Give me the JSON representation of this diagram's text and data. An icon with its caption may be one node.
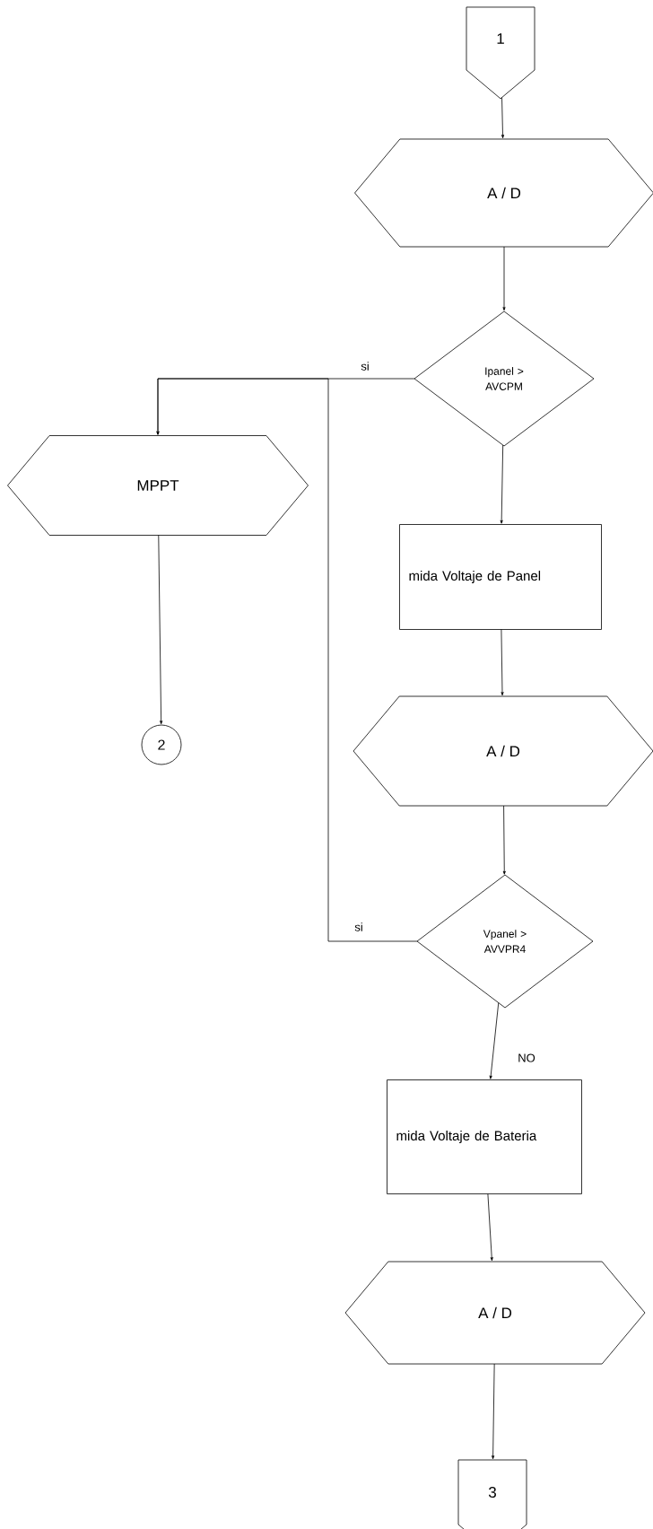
{
  "diagram": {
    "nodes": [
      {
        "text": [
          "1"
        ]
      },
      {
        "text": [
          "A / D"
        ]
      },
      {
        "text": [
          "Ipanel > AVCPM"
        ]
      },
      {
        "text": [
          "MPPT"
        ]
      },
      {
        "text": [
          "2"
        ]
      },
      {
        "text": [
          "mida Voltaje de Panel"
        ]
      },
      {
        "text": [
          "A / D"
        ]
      },
      {
        "text": [
          "Vpanel > AVVPR4"
        ]
      },
      {
        "text": [
          "mida Voltaje de Bateria"
        ]
      },
      {
        "text": [
          "A / D"
        ]
      },
      {
        "text": [
          "3"
        ]
      }
    ],
    "edges": [
      {
        "from": 0,
        "to": 1,
        "arrow": "to"
      },
      {
        "from": 1,
        "to": 2,
        "arrow": "to"
      },
      {
        "from": 2,
        "to": 3,
        "arrow": "to",
        "label": "si"
      },
      {
        "from": 3,
        "to": 4,
        "arrow": "to"
      },
      {
        "from": 2,
        "to": 5,
        "arrow": "to"
      },
      {
        "from": 5,
        "to": 6,
        "arrow": "to"
      },
      {
        "from": 6,
        "to": 7,
        "arrow": "to"
      },
      {
        "from": 7,
        "to": 3,
        "arrow": "to",
        "label": "si"
      },
      {
        "from": 7,
        "to": 8,
        "arrow": "to",
        "label": "NO"
      },
      {
        "from": 8,
        "to": 9,
        "arrow": "to"
      },
      {
        "from": 9,
        "to": 10,
        "arrow": "to"
      }
    ]
  }
}
